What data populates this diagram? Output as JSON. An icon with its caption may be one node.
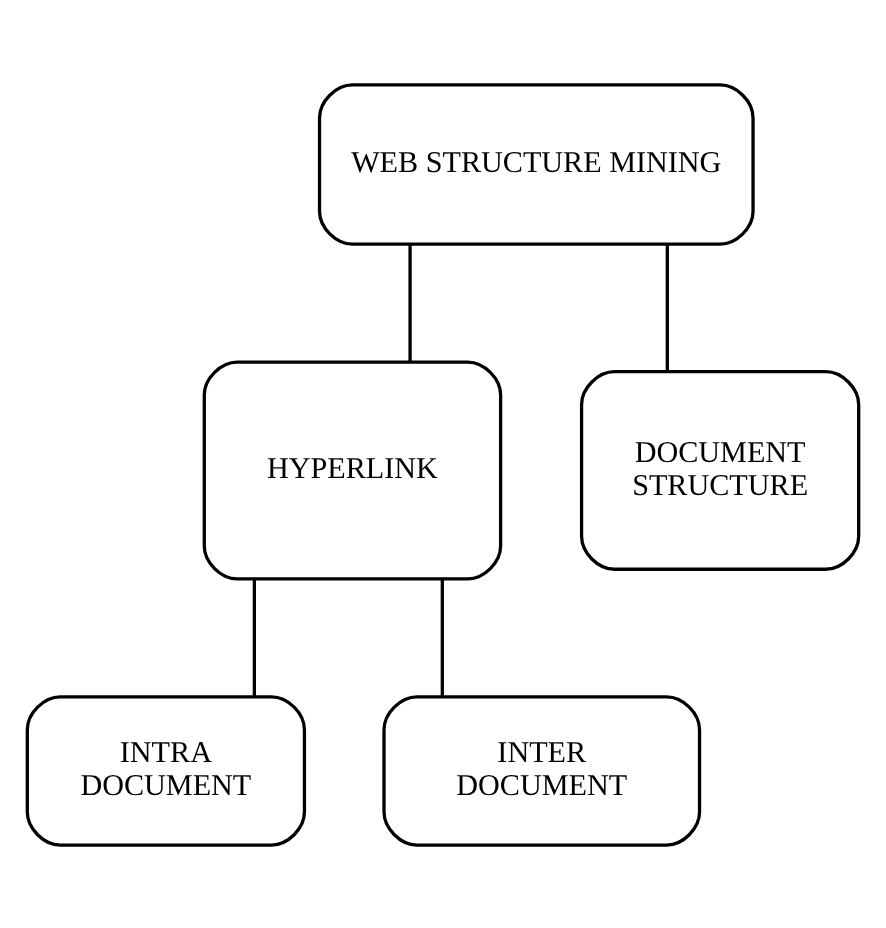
{
  "diagram": {
    "nodes": [
      {
        "text": [
          "WEB STRUCTURE MINING"
        ]
      },
      {
        "text": [
          "HYPERLINK"
        ]
      },
      {
        "text": [
          "DOCUMENT STRUCTURE"
        ]
      },
      {
        "text": [
          "INTRA DOCUMENT"
        ]
      },
      {
        "text": [
          "INTER DOCUMENT"
        ]
      }
    ],
    "edges": [
      {
        "from": 0,
        "to": 1,
        "arrow": "none"
      },
      {
        "from": 0,
        "to": 2,
        "arrow": "none"
      },
      {
        "from": 1,
        "to": 3,
        "arrow": "none"
      },
      {
        "from": 1,
        "to": 4,
        "arrow": "none"
      }
    ]
  }
}
